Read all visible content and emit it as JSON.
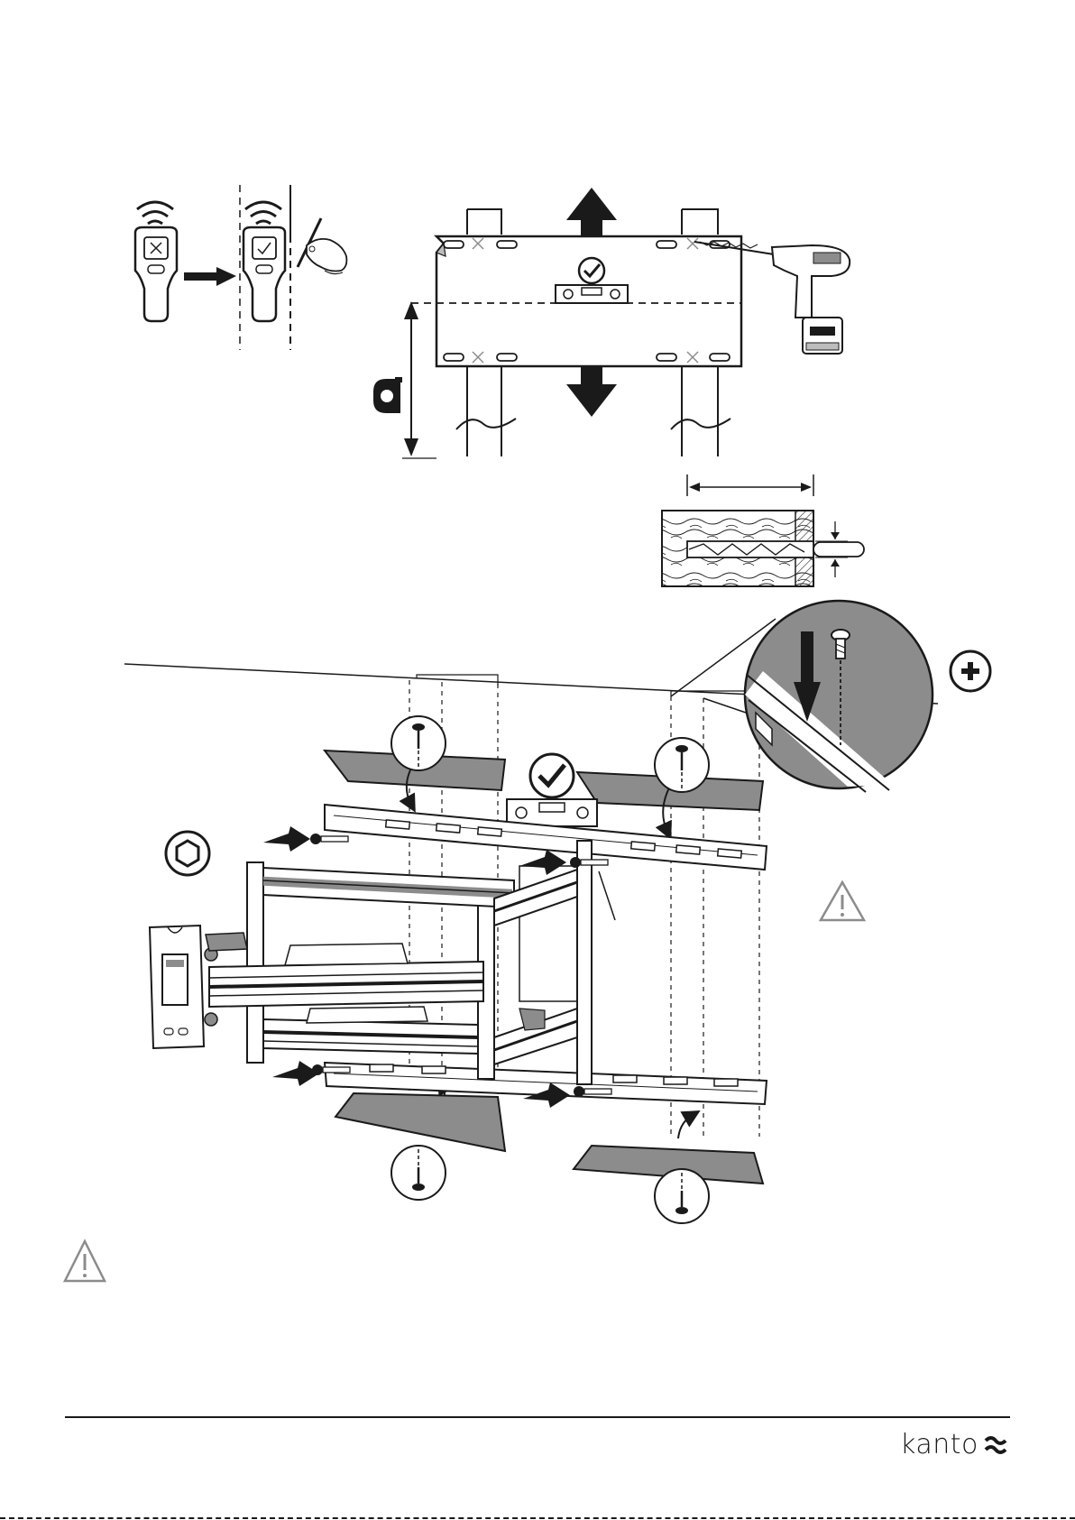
{
  "brand": {
    "name": "kanto",
    "logo_icon": "kanto-wave-logo"
  },
  "icons": {
    "stud_finder_no": "stud-finder-cross",
    "stud_finder_yes": "stud-finder-check",
    "hand_marking": "pencil-hand",
    "drill": "cordless-drill",
    "level": "bubble-level",
    "check": "check-circle",
    "tape_measure": "tape-measure",
    "hex_driver": "hex-socket",
    "phillips_driver": "phillips-head",
    "warning": "warning-triangle"
  },
  "colors": {
    "ink": "#1a1a1a",
    "panel_gray": "#8c8c8c",
    "light_gray": "#bdbdbd"
  }
}
